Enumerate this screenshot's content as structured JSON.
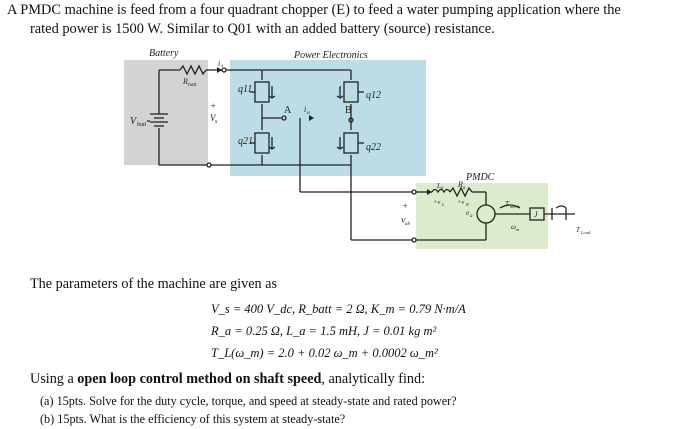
{
  "problem": {
    "line1": "A PMDC machine is feed from a four quadrant chopper (E) to feed a water pumping application where the",
    "line2": "rated power is 1500 W. Similar to Q01 with an added battery (source) resistance."
  },
  "figure": {
    "battery_label": "Battery",
    "power_electronics_label": "Power Electronics",
    "pmdc_label": "PMDC",
    "r_batt": "R",
    "r_batt_sub": "batt",
    "v_batt": "V",
    "v_batt_sub": "batt",
    "vs_plus": "+",
    "vs": "V",
    "vs_sub": "s",
    "i_s": "i",
    "i_s_sub": "s",
    "q11": "q11",
    "q21": "q21",
    "q12": "q12",
    "q22": "q22",
    "node_a": "A",
    "node_b": "B",
    "i_a": "i",
    "i_a_sub": "a",
    "vab_plus": "+",
    "vab": "V",
    "vab_sub": "ab",
    "la": "L",
    "la_sub": "a",
    "ra": "R",
    "ra_sub": "a",
    "v_la": "+v",
    "v_la_sub": "L",
    "v_ra": "+v",
    "v_ra_sub": "R",
    "ea": "e",
    "ea_sub": "a",
    "t_mech": "T",
    "t_mech_sub": "mech",
    "j_label": "J",
    "omega_m": "ω",
    "omega_m_sub": "m",
    "t_load": "T",
    "t_load_sub": "Load",
    "colors": {
      "battery_box": "#d3d3d3",
      "power_box": "#bcdde6",
      "pmdc_box": "#dcebcc"
    }
  },
  "params_intro": "The parameters of the machine are given as",
  "params": {
    "line1": "V_s = 400 V_dc, R_batt = 2 Ω, K_m = 0.79 N·m/A",
    "line2": "R_a = 0.25 Ω, L_a = 1.5 mH, J = 0.01 kg m²",
    "line3": "T_L(ω_m) = 2.0 + 0.02 ω_m + 0.0002 ω_m²"
  },
  "question": {
    "prefix": "Using a ",
    "bold": "open loop control method on shaft speed",
    "suffix": ", analytically find:",
    "part_a": "(a)  15pts.  Solve for the duty cycle, torque, and speed at steady-state and rated power?",
    "part_b": "(b)  15pts.  What is the efficiency of this system at steady-state?"
  }
}
